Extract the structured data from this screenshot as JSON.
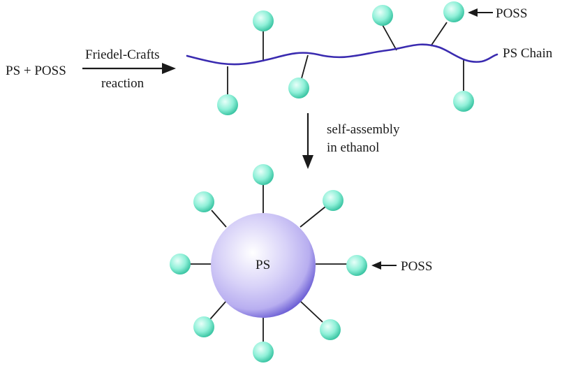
{
  "reactants": {
    "label": "PS + POSS"
  },
  "reaction": {
    "line1": "Friedel-Crafts",
    "line2": "reaction"
  },
  "chain": {
    "poss_label": "POSS",
    "chain_label": "PS Chain"
  },
  "assembly": {
    "line1": "self-assembly",
    "line2": "in ethanol"
  },
  "micelle": {
    "core_label": "PS",
    "poss_label": "POSS"
  },
  "colors": {
    "chain_line": "#3a2bb0",
    "poss_highlight": "#e8fff9",
    "poss_mid": "#8ff0d8",
    "poss_edge": "#2fbf9c",
    "core_highlight": "#ffffff",
    "core_mid": "#b8aef0",
    "core_edge": "#3d2ec4",
    "text": "#1a1a1a",
    "stroke": "#1a1a1a"
  }
}
